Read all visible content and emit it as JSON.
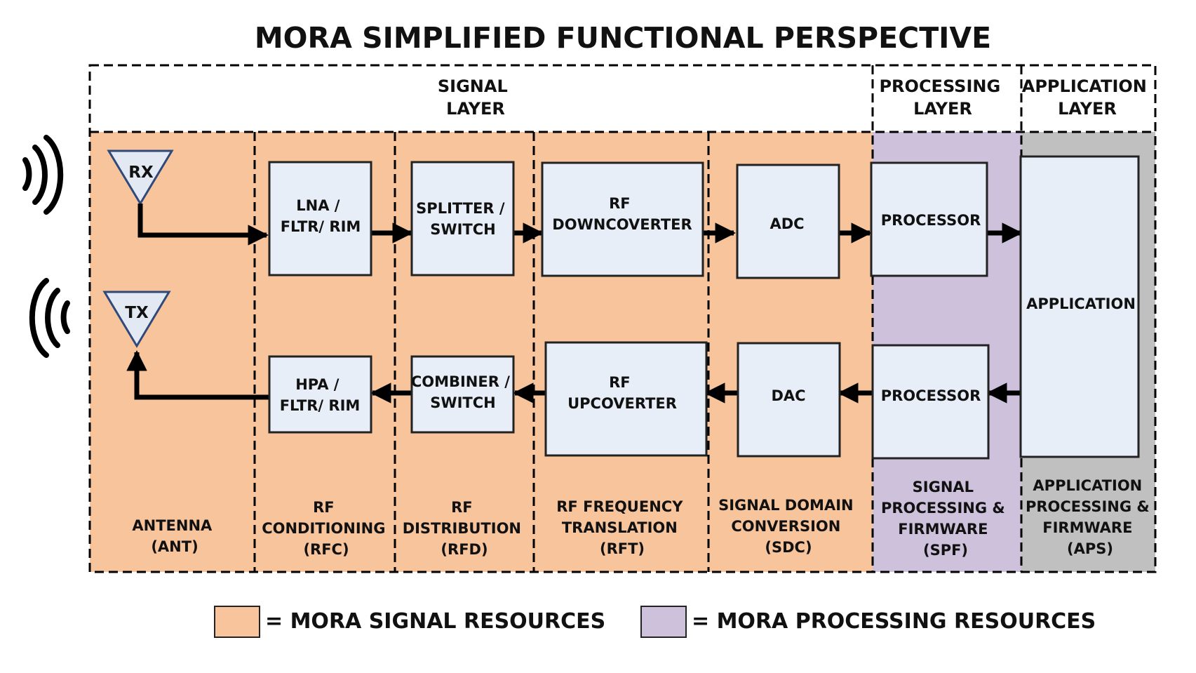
{
  "title": "MORA SIMPLIFIED FUNCTIONAL PERSPECTIVE",
  "layers": {
    "signal": [
      "SIGNAL",
      "LAYER"
    ],
    "processing": [
      "PROCESSING",
      "LAYER"
    ],
    "application": [
      "APPLICATION",
      "LAYER"
    ]
  },
  "antennas": {
    "rx": "RX",
    "tx": "TX"
  },
  "blocks": {
    "lna": [
      "LNA /",
      "FLTR/ RIM"
    ],
    "splitter": [
      "SPLITTER /",
      "SWITCH"
    ],
    "downconverter": [
      "RF",
      "DOWNCOVERTER"
    ],
    "adc": [
      "ADC"
    ],
    "processor_rx": [
      "PROCESSOR"
    ],
    "application": [
      "APPLICATION"
    ],
    "hpa": [
      "HPA /",
      "FLTR/ RIM"
    ],
    "combiner": [
      "COMBINER /",
      "SWITCH"
    ],
    "upconverter": [
      "RF",
      "UPCOVERTER"
    ],
    "dac": [
      "DAC"
    ],
    "processor_tx": [
      "PROCESSOR"
    ]
  },
  "segments": {
    "ant": [
      "ANTENNA",
      "(ANT)"
    ],
    "rfc": [
      "RF",
      "CONDITIONING",
      "(RFC)"
    ],
    "rfd": [
      "RF",
      "DISTRIBUTION",
      "(RFD)"
    ],
    "rft": [
      "RF FREQUENCY",
      "TRANSLATION",
      "(RFT)"
    ],
    "sdc": [
      "SIGNAL DOMAIN",
      "CONVERSION",
      "(SDC)"
    ],
    "spf": [
      "SIGNAL",
      "PROCESSING &",
      "FIRMWARE",
      "(SPF)"
    ],
    "aps": [
      "APPLICATION",
      "PROCESSING &",
      "FIRMWARE",
      "(APS)"
    ]
  },
  "legend": {
    "signal": "= MORA SIGNAL RESOURCES",
    "processing": "= MORA PROCESSING RESOURCES"
  },
  "colors": {
    "signal_resources": "#F7C49C",
    "processing_resources": "#CDC1DC",
    "application_area": "#C0C0C0",
    "block_fill": "#E8EEF8",
    "antenna_fill": "#E2E9F3",
    "antenna_stroke": "#2F4A7A"
  },
  "icons": [
    "rx-wave-icon",
    "tx-wave-icon"
  ]
}
